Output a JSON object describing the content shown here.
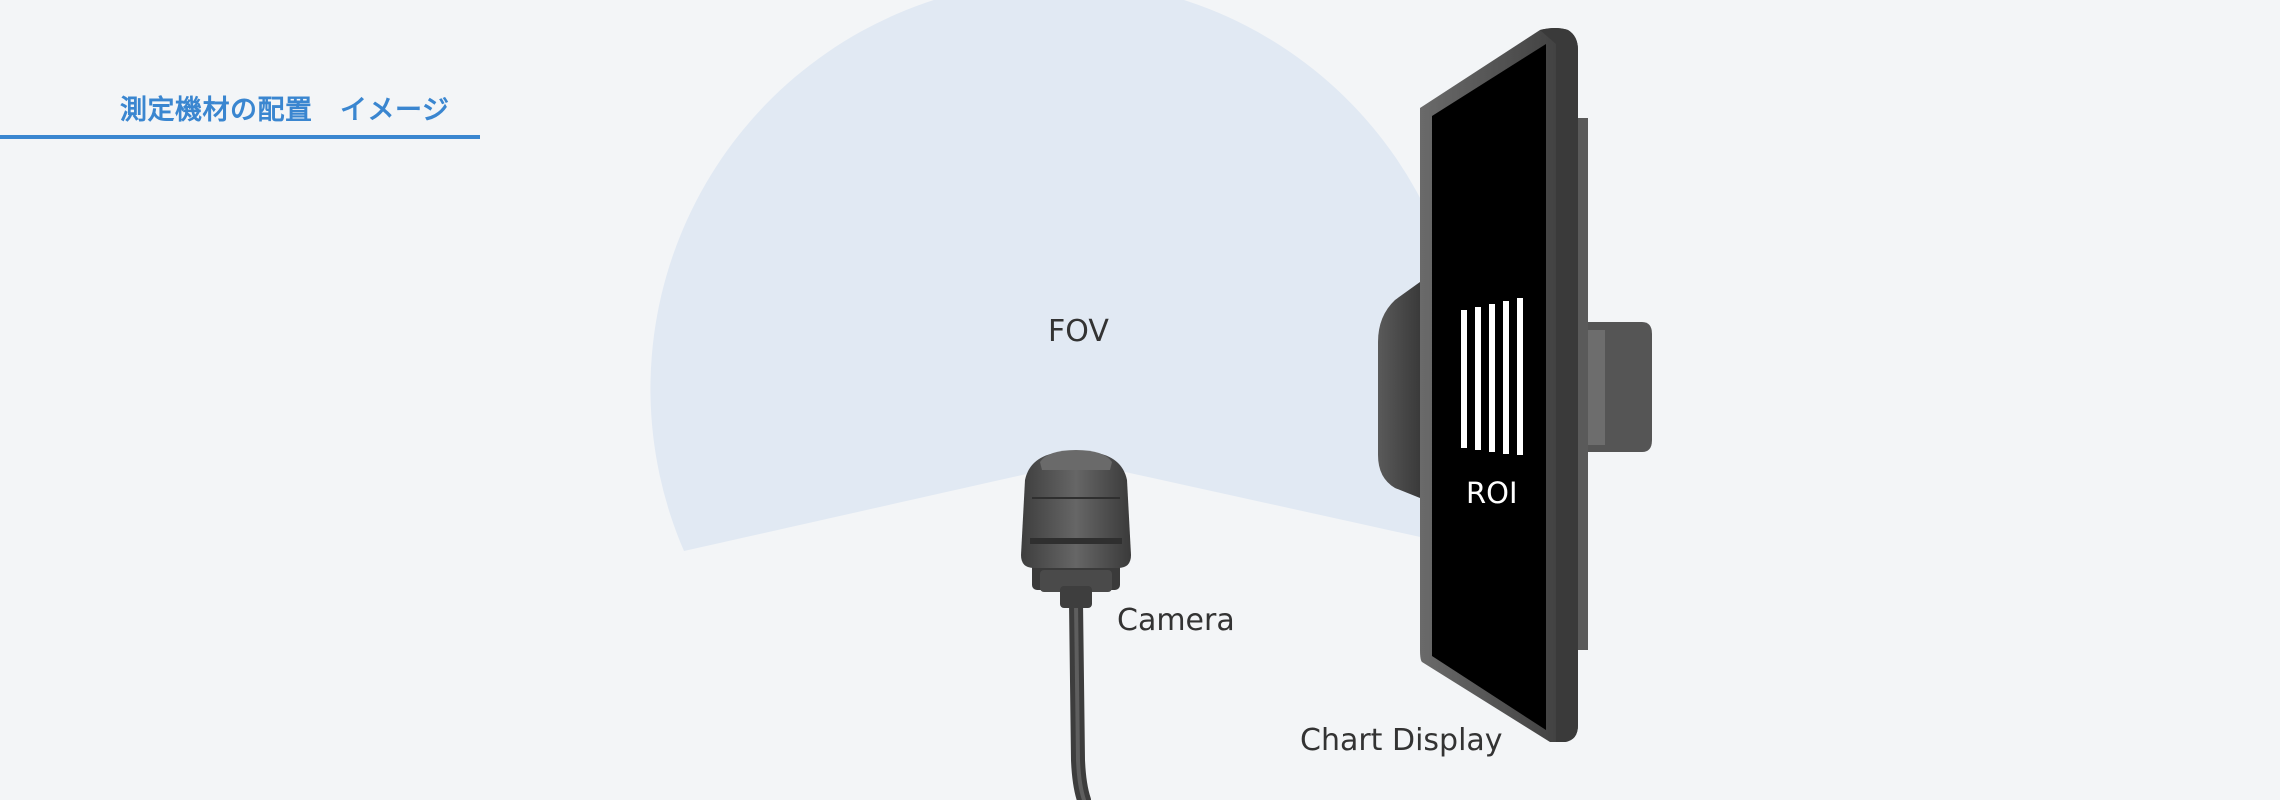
{
  "heading": {
    "title": "測定機材の配置　イメージ"
  },
  "diagram": {
    "fov_label": "FOV",
    "camera_label": "Camera",
    "chart_display_label": "Chart Display",
    "roi_label": "ROI"
  },
  "colors": {
    "background": "#f3f5f7",
    "accent_blue": "#3a86d0",
    "fov_fill": "#e1e9f3",
    "screen": "#000000",
    "device_gray": "#4a4a4a"
  },
  "icons": {
    "camera": "camera-icon",
    "chart_display": "monitor-icon"
  }
}
